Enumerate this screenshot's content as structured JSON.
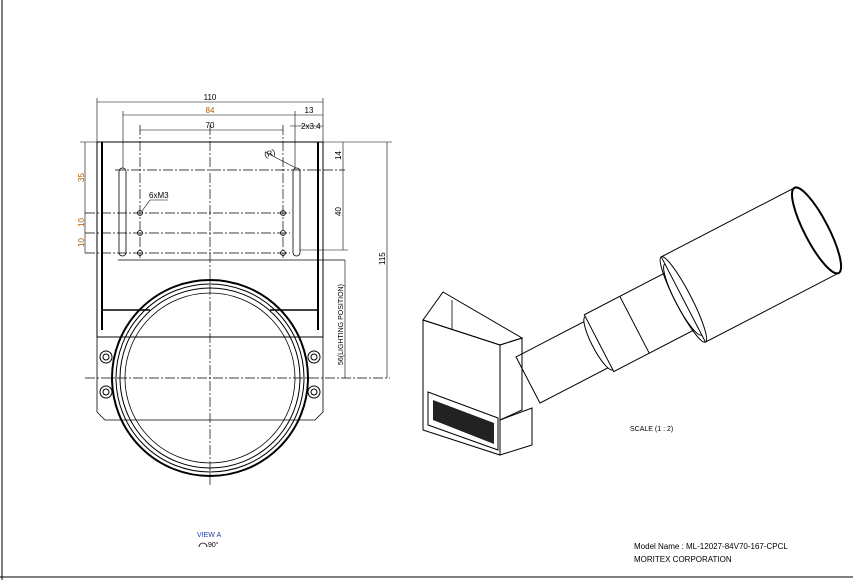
{
  "drawing": {
    "dimensions": {
      "width_total": "110",
      "slot_pitch": "84",
      "slot_offset": "13",
      "hole_pitch": "70",
      "slot_width": "2x3.4",
      "radius": "(R)",
      "hole_callout": "6xM3",
      "left_35": "35",
      "left_10a": "10",
      "left_10b": "10",
      "right_14": "14",
      "right_40": "40",
      "height_115": "115",
      "lighting_position": "56(LIGHTING POSITION)"
    },
    "view_label": "VIEW A",
    "view_rotation": "90°",
    "scale": "SCALE (1 : 2)"
  },
  "title_block": {
    "model_name": "Model Name : ML-12027-84V70-167-CPCL",
    "company": "MORITEX CORPORATION"
  },
  "colors": {
    "dimension_text": "#b05a00",
    "line": "#000000"
  }
}
